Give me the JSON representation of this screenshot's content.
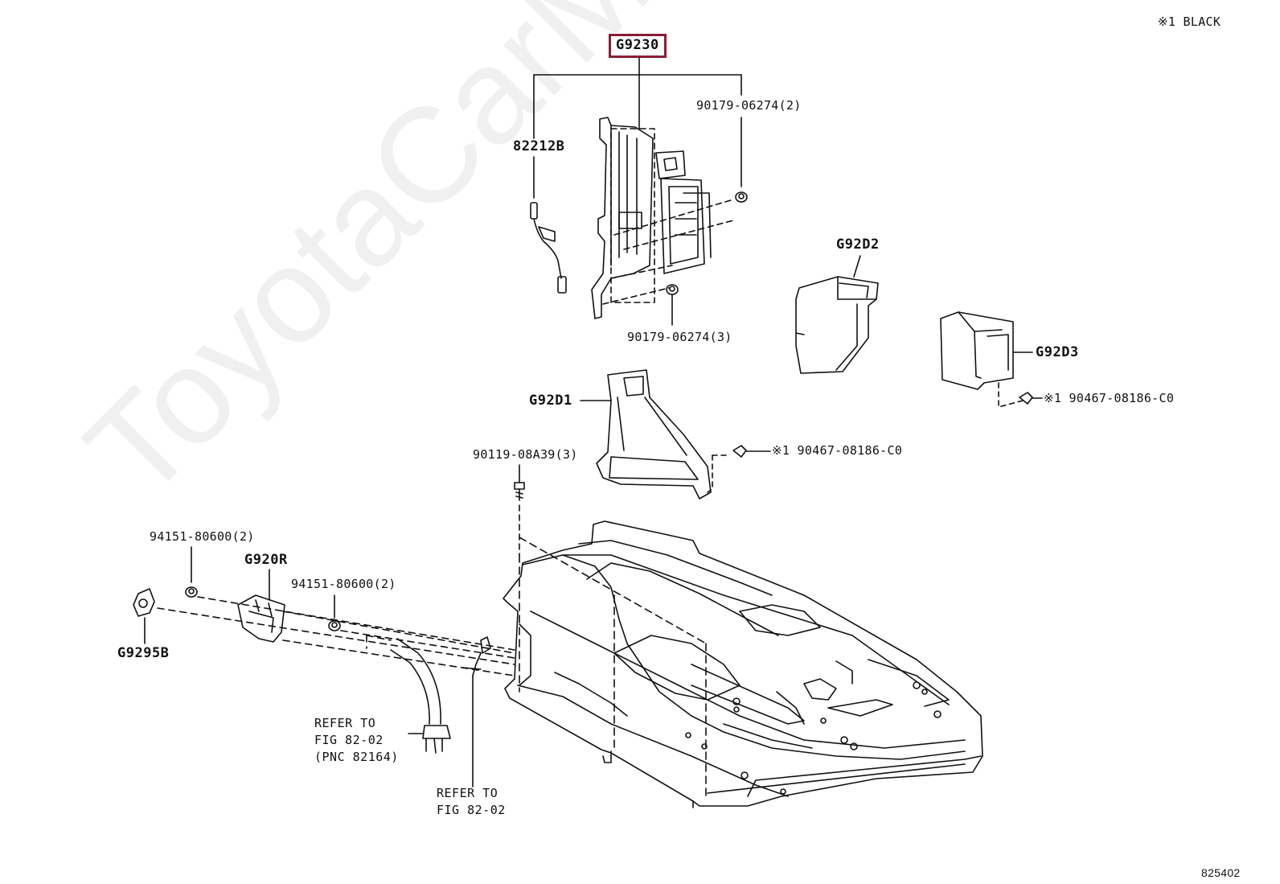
{
  "note": "※1 BLACK",
  "figure_number": "825402",
  "watermark": "ToyotaCarMine.ru",
  "highlight_color": "#8b1c36",
  "callouts": {
    "g9230": "G9230",
    "p82212b": "82212B",
    "nut_top": "90179-06274(2)",
    "nut_bottom": "90179-06274(3)",
    "g92d2": "G92D2",
    "g92d3": "G92D3",
    "clip_right": "※1 90467-08186-C0",
    "g92d1": "G92D1",
    "clip_mid": "※1 90467-08186-C0",
    "bolt": "90119-08A39(3)",
    "nut_left": "94151-80600(2)",
    "g920r": "G920R",
    "nut_left2": "94151-80600(2)",
    "g9295b": "G9295B",
    "refer1": "REFER TO\nFIG 82-02\n(PNC 82164)",
    "refer2": "REFER TO\nFIG 82-02"
  }
}
